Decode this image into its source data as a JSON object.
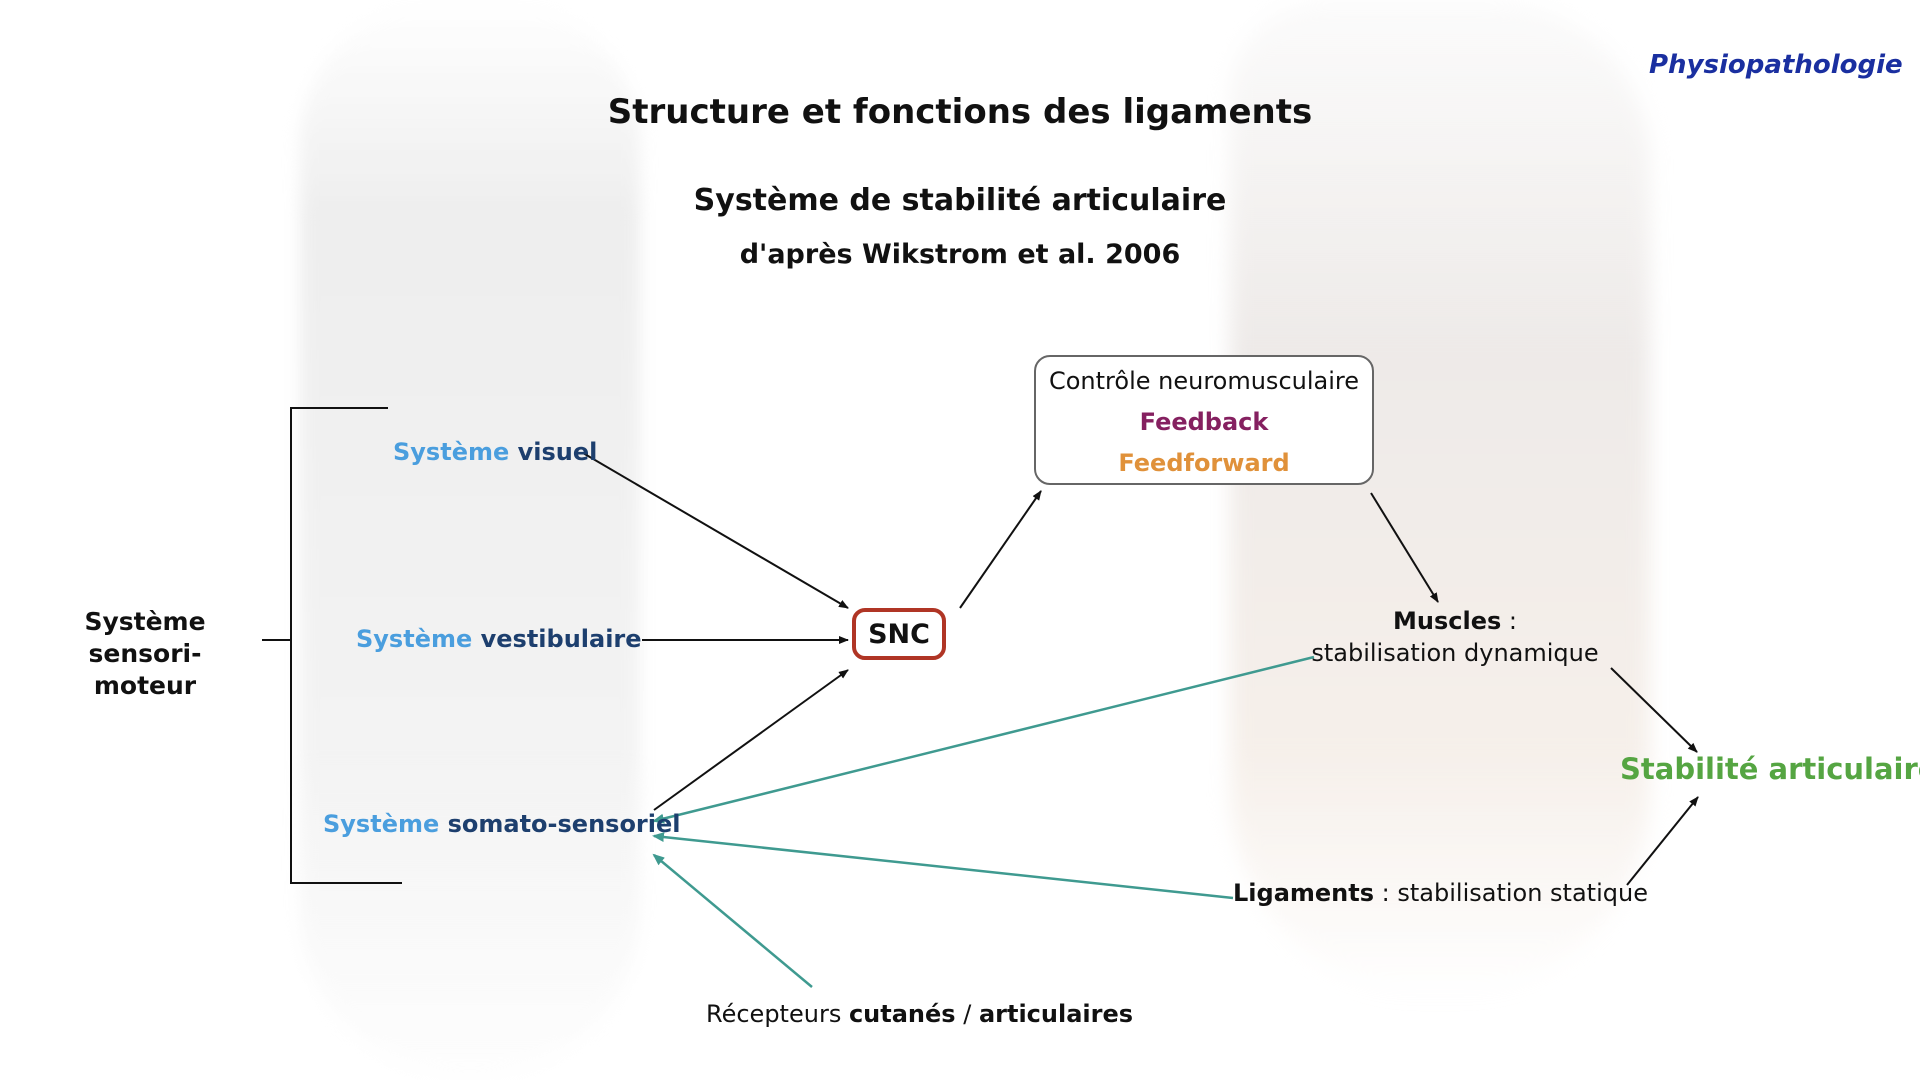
{
  "header": {
    "brand": "Physiopathologie",
    "title": "Structure et fonctions des ligaments",
    "subtitle_1": "Système de stabilité articulaire",
    "subtitle_2": "d'après Wikstrom et al. 2006"
  },
  "diagram": {
    "sensori_moteur": "Système sensori-moteur",
    "systems": [
      {
        "prefix": "Système",
        "name": "visuel"
      },
      {
        "prefix": "Système",
        "name": "vestibulaire"
      },
      {
        "prefix": "Système",
        "name": "somato-sensoriel"
      }
    ],
    "snc": "SNC",
    "controle": {
      "title": "Contrôle neuromusculaire",
      "feedback": "Feedback",
      "feedforward": "Feedforward"
    },
    "muscles": {
      "label": "Muscles",
      "sep": " :",
      "desc": "stabilisation dynamique"
    },
    "stabilite": "Stabilité articulaire",
    "ligaments": {
      "label": "Ligaments",
      "desc": " : stabilisation statique"
    },
    "recepteurs": {
      "prefix": "Récepteurs ",
      "cutanes": "cutanés",
      "sep": " / ",
      "articulaires": "articulaires"
    }
  },
  "colors": {
    "accent_blue": "#4a9ede",
    "dark_blue": "#1d3f6e",
    "snc_border": "#b03525",
    "feedback": "#852060",
    "feedforward": "#e0913a",
    "stabilite": "#55a542",
    "feedback_arrows": "#3f9a90",
    "brand": "#1a2fa0"
  }
}
